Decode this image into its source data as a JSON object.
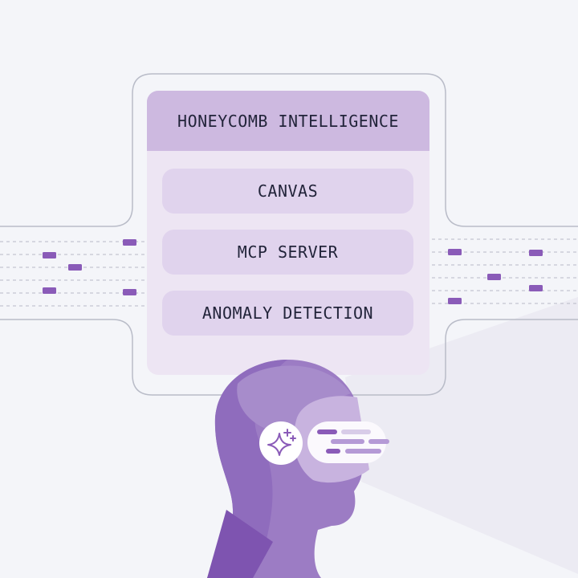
{
  "panel": {
    "title": "HONEYCOMB INTELLIGENCE",
    "items": [
      {
        "label": "CANVAS"
      },
      {
        "label": "MCP SERVER"
      },
      {
        "label": "ANOMALY DETECTION"
      }
    ]
  },
  "colors": {
    "accent": "#8a5bb8",
    "header": "#cdb9e0",
    "panel": "#ede5f3",
    "item": "#e0d3ed"
  },
  "icons": [
    "sparkle-icon"
  ]
}
